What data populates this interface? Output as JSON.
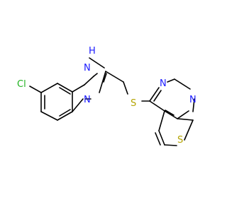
{
  "molecule": {
    "atoms": {
      "chlorine": "Cl",
      "nitrogen_nh": "N",
      "hydrogen_nh": "H",
      "nitrogen_imidazole": "N",
      "sulfur_thioether": "S",
      "nitrogen_pyrimidine_top": "N",
      "nitrogen_pyrimidine_right": "N",
      "sulfur_thiophene": "S"
    },
    "colors": {
      "chlorine": "#1fb21f",
      "nitrogen": "#1a1aff",
      "sulfur": "#b3a300",
      "bond": "#000000"
    }
  }
}
